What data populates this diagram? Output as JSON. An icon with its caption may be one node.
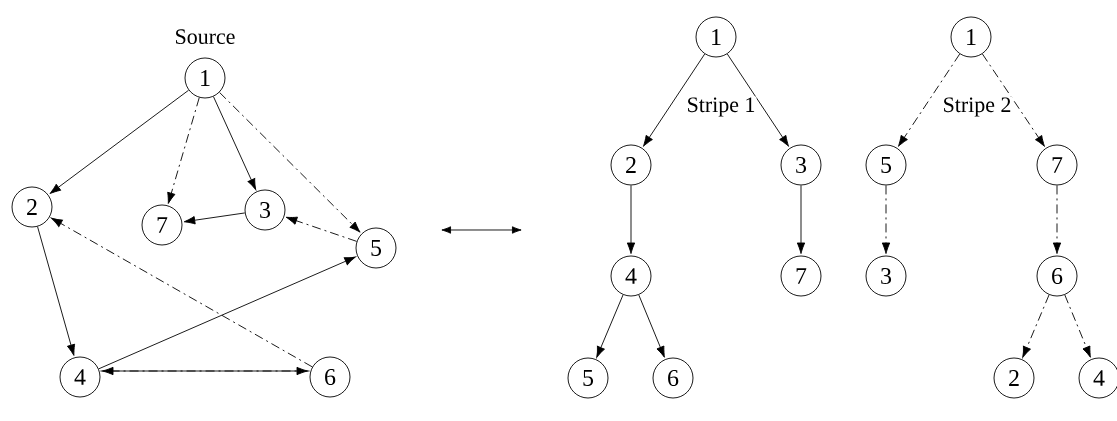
{
  "diagram": {
    "nodes": [
      {
        "text": [
          "1"
        ],
        "beside": [
          "Source"
        ]
      },
      {
        "text": [
          "2"
        ]
      },
      {
        "text": [
          "7"
        ]
      },
      {
        "text": [
          "3"
        ]
      },
      {
        "text": [
          "5"
        ]
      },
      {
        "text": [
          "4"
        ]
      },
      {
        "text": [
          "6"
        ]
      },
      {
        "text": [
          "1"
        ]
      },
      {
        "text": [
          "2"
        ]
      },
      {
        "text": [
          "3"
        ]
      },
      {
        "text": [
          "4"
        ]
      },
      {
        "text": [
          "7"
        ]
      },
      {
        "text": [
          "5"
        ]
      },
      {
        "text": [
          "6"
        ]
      },
      {
        "text": [
          "1"
        ]
      },
      {
        "text": [
          "5"
        ]
      },
      {
        "text": [
          "7"
        ]
      },
      {
        "text": [
          "3"
        ]
      },
      {
        "text": [
          "6"
        ]
      },
      {
        "text": [
          "2"
        ]
      },
      {
        "text": [
          "4"
        ]
      }
    ],
    "edges": [
      {
        "from": 0,
        "to": 1,
        "arrow": "to"
      },
      {
        "from": 0,
        "to": 2,
        "arrow": "to",
        "style": "dashed"
      },
      {
        "from": 0,
        "to": 3,
        "arrow": "to"
      },
      {
        "from": 0,
        "to": 4,
        "arrow": "to",
        "style": "dashed"
      },
      {
        "from": 3,
        "to": 2,
        "arrow": "to"
      },
      {
        "from": 4,
        "to": 3,
        "arrow": "to",
        "style": "dashed"
      },
      {
        "from": 1,
        "to": 5,
        "arrow": "to"
      },
      {
        "from": 5,
        "to": 4,
        "arrow": "to"
      },
      {
        "from": 6,
        "to": 1,
        "arrow": "to",
        "style": "dashed"
      },
      {
        "from": 6,
        "to": 5,
        "arrow": "to",
        "style": "dashed"
      },
      {
        "from": 5,
        "to": 6,
        "arrow": "to"
      },
      {
        "from": 7,
        "to": 8,
        "arrow": "to"
      },
      {
        "from": 7,
        "to": 9,
        "arrow": "to"
      },
      {
        "from": 8,
        "to": 10,
        "arrow": "to"
      },
      {
        "from": 9,
        "to": 11,
        "arrow": "to"
      },
      {
        "from": 10,
        "to": 12,
        "arrow": "to"
      },
      {
        "from": 10,
        "to": 13,
        "arrow": "to"
      },
      {
        "from": 14,
        "to": 15,
        "arrow": "to",
        "style": "dashed"
      },
      {
        "from": 14,
        "to": 16,
        "arrow": "to",
        "style": "dashed"
      },
      {
        "from": 15,
        "to": 17,
        "arrow": "to",
        "style": "dashed"
      },
      {
        "from": 16,
        "to": 18,
        "arrow": "to",
        "style": "dashed"
      },
      {
        "from": 18,
        "to": 19,
        "arrow": "to",
        "style": "dashed"
      },
      {
        "from": 18,
        "to": 20,
        "arrow": "to",
        "style": "dashed"
      }
    ],
    "labels": [
      "Stripe 1",
      "Stripe 2"
    ]
  }
}
